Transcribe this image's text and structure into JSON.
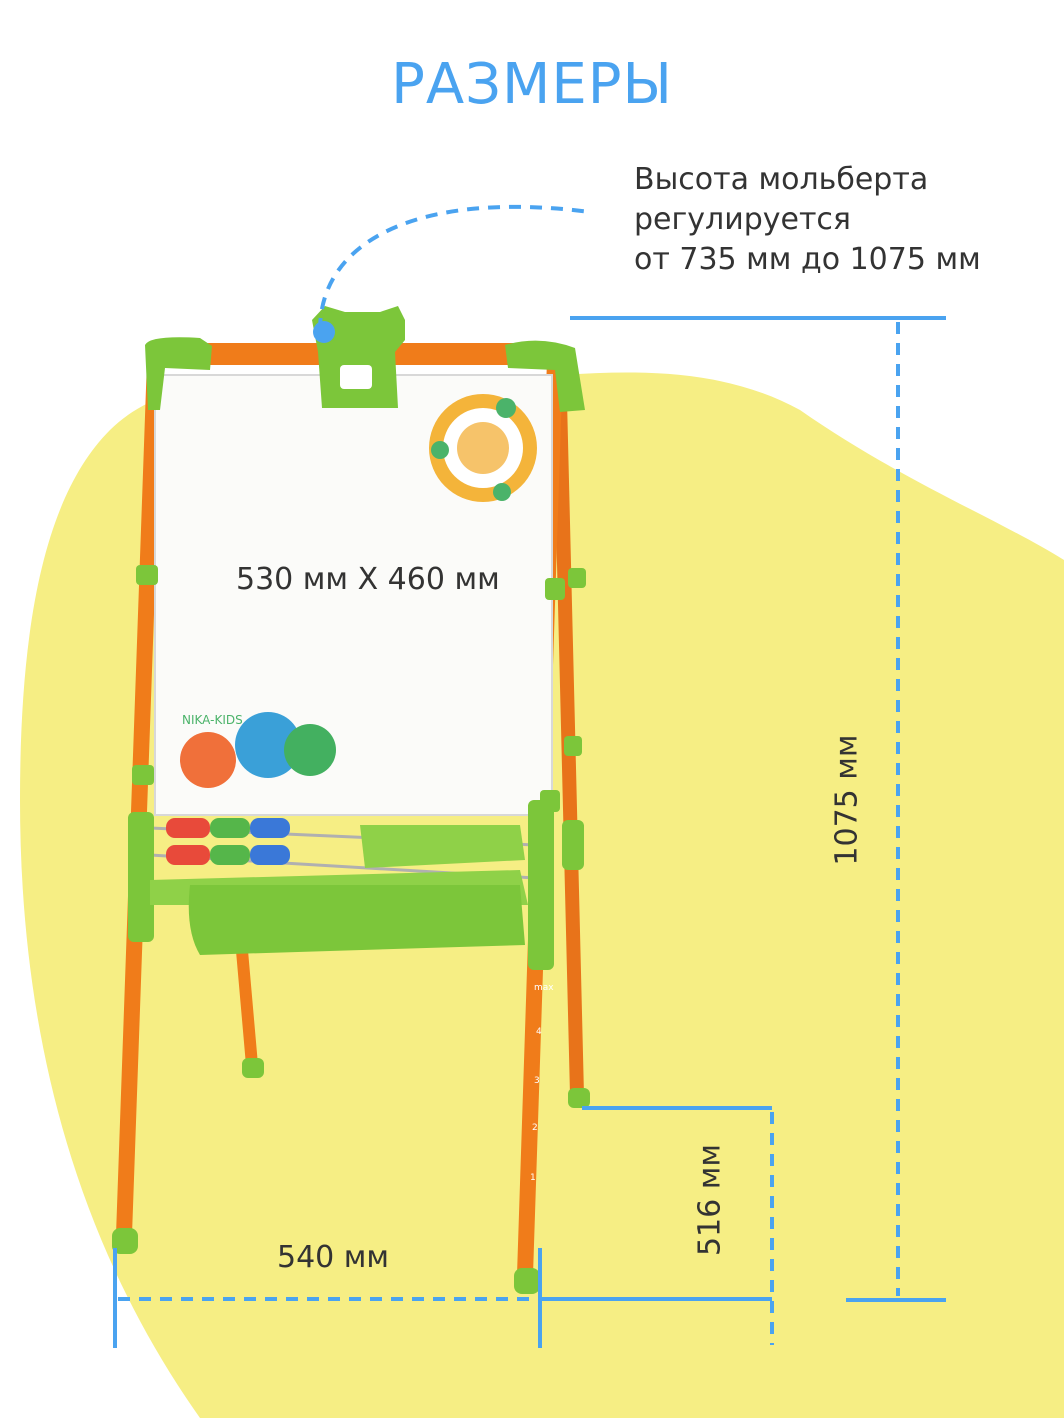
{
  "title": "РАЗМЕРЫ",
  "note": {
    "line1": "Высота мольберта",
    "line2": "регулируется",
    "line3": "от 735 мм до 1075 мм"
  },
  "dimensions": {
    "board": "530 мм X 460 мм",
    "height": "1075 мм",
    "leg_height": "516 мм",
    "width": "540 мм"
  },
  "logo": "NIKA-KIDS",
  "scale_marks": [
    "max",
    "4",
    "3",
    "2",
    "1"
  ],
  "colors": {
    "accent_blue": "#4aa3f0",
    "background_blob": "#f6ee84",
    "frame_orange": "#f07c1a",
    "frame_green": "#7cc63a",
    "text": "#333333"
  }
}
